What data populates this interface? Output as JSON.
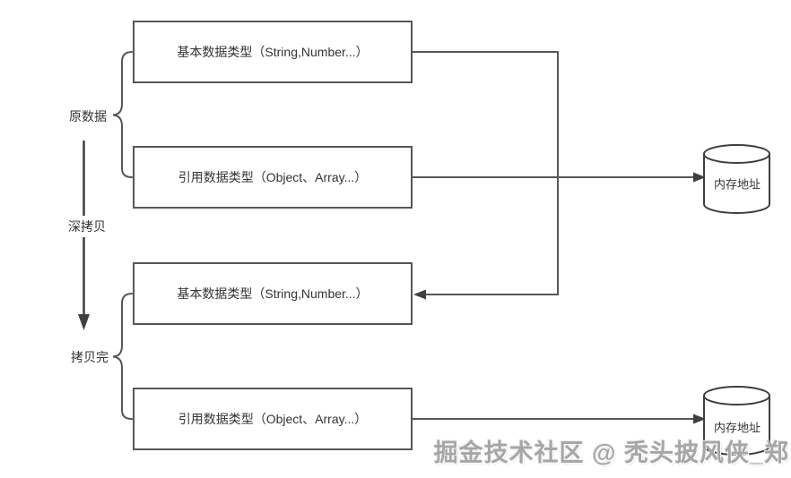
{
  "diagram": {
    "background_color": "#ffffff",
    "line_color": "#565656",
    "text_color": "#333333",
    "watermark_color": "#a6a6a6",
    "side_labels": {
      "original_data": "原数据",
      "deep_copy": "深拷贝",
      "copy_done": "拷贝完"
    },
    "boxes": [
      {
        "label": "基本数据类型（String,Number...）"
      },
      {
        "label": "引用数据类型（Object、Array...）"
      },
      {
        "label": "基本数据类型（String,Number...）"
      },
      {
        "label": "引用数据类型（Object、Array...）"
      }
    ],
    "cylinders": [
      {
        "icon": "database-cylinder-icon",
        "label": "内存地址"
      },
      {
        "icon": "database-cylinder-icon",
        "label": "内存地址"
      }
    ],
    "watermark": "掘金技术社区 @ 秃头披风侠_郑"
  }
}
